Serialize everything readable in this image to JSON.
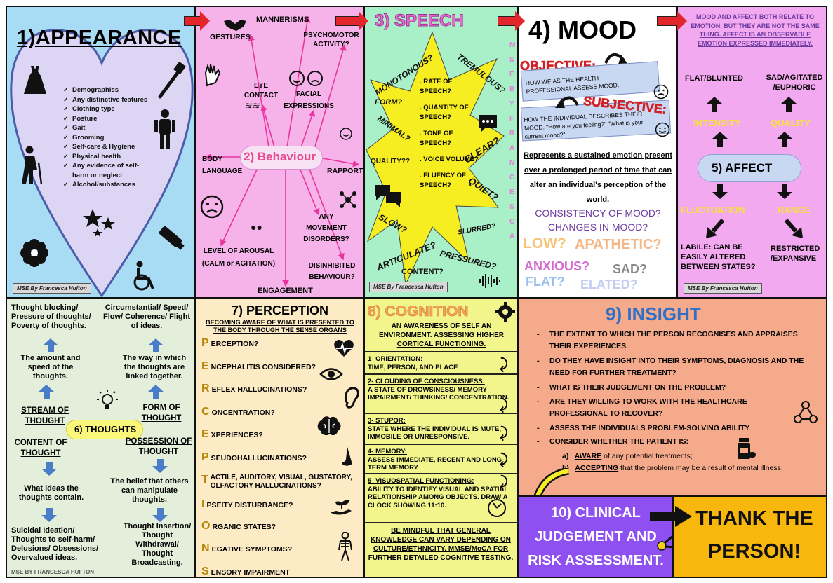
{
  "credit": "MSE By Francesca Hufton",
  "credit_caps": "MSE BY FRANCESCA HUFTON",
  "appearance": {
    "title": "1)APPEARANCE",
    "items": [
      "Demographics",
      "Any distinctive features",
      "Clothing type",
      "Posture",
      "Gait",
      "Grooming",
      "Self-care & Hygiene",
      "Physical health",
      "Any evidence of self-harm or neglect",
      "Alcohol/substances"
    ],
    "icons": [
      "dress-icon",
      "toothbrush-icon",
      "person-icon",
      "elderly-person-icon",
      "stars-icon",
      "toothpaste-icon",
      "flower-icon",
      "wheelchair-icon"
    ]
  },
  "behaviour": {
    "title": "2) Behaviour",
    "gestures": "GESTURES",
    "mannerisms": "MANNERISMS",
    "psychomotor": "PSYCHOMOTOR ACTIVITY?",
    "eye_contact": "EYE CONTACT",
    "facial": "FACIAL EXPRESSIONS",
    "body_language": "BODY LANGUAGE",
    "rapport": "RAPPORT",
    "movement": "ANY MOVEMENT DISORDERS?",
    "arousal": "LEVEL OF AROUSAL (CALM or AGITATION)",
    "disinhibited": "DISINHIBITED BEHAVIOUR?",
    "engagement": "ENGAGEMENT"
  },
  "speech": {
    "title": "3) SPEECH",
    "side_text": "MSE BY FRANCESCA",
    "items": [
      ". RATE OF SPEECH?",
      ". QUANTITY OF SPEECH?",
      ". TONE OF SPEECH?",
      ". VOICE VOLUME?",
      ". FLUENCY OF SPEECH?"
    ],
    "words": {
      "monotonous": "MONOTONOUS?",
      "tremulous": "TREMULOUS?",
      "form": "FORM?",
      "minimal": "MINIMAL?",
      "quality": "QUALITY??",
      "clear": "CLEAR?",
      "quiet": "QUIET?",
      "slow": "SLOW?",
      "slurred": "SLURRED?",
      "articulate": "ARTICULATE?",
      "pressured": "PRESSURED?",
      "content": "CONTENT?"
    }
  },
  "mood": {
    "title": "4) MOOD",
    "objective_label": "OBJECTIVE:",
    "objective_text": "HOW WE AS THE HEALTH PROFESSIONAL ASSESS MOOD.",
    "subjective_label": "SUBJECTIVE:",
    "subjective_text": "HOW THE INDIVIDUAL DESCRIBES THEIR MOOD. \"How are you feeling?\" \"What is your current mood?\"",
    "definition": "Represents a sustained emotion present over a prolonged period of time that can alter an individual's perception of the world.",
    "consistency": "CONSISTENCY OF MOOD?",
    "changes": "CHANGES IN MOOD?",
    "low": "LOW?",
    "apathetic": "APATHETIC?",
    "anxious": "ANXIOUS?",
    "sad": "SAD?",
    "flat": "FLAT?",
    "elated": "ELATED?"
  },
  "affect": {
    "note": "MOOD AND AFFECT BOTH RELATE TO EMOTION, BUT THEY ARE NOT THE SAME THING. AFFECT IS AN OBSERVABLE EMOTION EXPRESSED IMMEDIATELY.",
    "title": "5) AFFECT",
    "flat": "FLAT/BLUNTED",
    "sad": "SAD/AGITATED /EUPHORIC",
    "intensity": "INTENSITY",
    "quality": "QUALITY",
    "fluctuation": "FLUCTUATION",
    "range": "RANGE",
    "labile": "LABILE: CAN BE EASILY ALTERED BETWEEN STATES?",
    "restricted": "RESTRICTED /EXPANSIVE"
  },
  "thoughts": {
    "title": "6) THOUGHTS",
    "blocking": "Thought blocking/ Pressure of thoughts/ Poverty of thoughts.",
    "circumstantial": "Circumstantial/ Speed/ Flow/ Coherence/ Flight of ideas.",
    "amount": "The amount and speed of the thoughts.",
    "way": "The way in which the thoughts are linked together.",
    "stream": "STREAM OF THOUGHT",
    "form": "FORM OF THOUGHT",
    "content": "CONTENT OF THOUGHT",
    "possession": "POSSESSION OF THOUGHT",
    "ideas": "What ideas the thoughts contain.",
    "belief": "The belief that others can manipulate thoughts.",
    "suicidal": "Suicidal Ideation/ Thoughts to self-harm/ Delusions/ Obsessions/ Overvalued ideas.",
    "insertion": "Thought Insertion/ Thought Withdrawal/ Thought Broadcasting."
  },
  "perception": {
    "title": "7) PERCEPTION",
    "subtitle": "BECOMING AWARE OF WHAT IS PRESENTED TO THE BODY THROUGH THE SENSE ORGANS",
    "rows": [
      {
        "letter": "P",
        "text": "ERCEPTION?"
      },
      {
        "letter": "E",
        "text": "NCEPHALITIS CONSIDERED?"
      },
      {
        "letter": "R",
        "text": "EFLEX HALLUCINATIONS?"
      },
      {
        "letter": "C",
        "text": "ONCENTRATION?"
      },
      {
        "letter": "E",
        "text": "XPERIENCES?"
      },
      {
        "letter": "P",
        "text": "SEUDOHALLUCINATIONS?"
      },
      {
        "letter": "T",
        "text": "ACTILE, AUDITORY, VISUAL, GUSTATORY, OLFACTORY HALLUCINATIONS?"
      },
      {
        "letter": "I",
        "text": "PSEITY DISTURBANCE?"
      },
      {
        "letter": "O",
        "text": "RGANIC STATES?"
      },
      {
        "letter": "N",
        "text": "EGATIVE SYMPTOMS?"
      },
      {
        "letter": "S",
        "text": "ENSORY IMPAIRMENT"
      }
    ],
    "icons": [
      "heartbeat-icon",
      "eye-icon",
      "ear-icon",
      "brain-icon",
      "nose-icon",
      "hand-plant-icon",
      "skeleton-icon"
    ]
  },
  "cognition": {
    "title": "8) COGNITION",
    "intro": "AN AWARENESS OF SELF AN ENVIRONMENT. ASSESSING HIGHER CORTICAL FUNCTIONING.",
    "items": [
      {
        "head": "1- ORIENTATION:",
        "body": "TIME, PERSON, AND PLACE"
      },
      {
        "head": "2- CLOUDING OF CONSCIOUSNESS:",
        "body": "A STATE OF DROWSINESS/ MEMORY IMPAIRMENT/ THINKING/ CONCENTRATION."
      },
      {
        "head": "3- STUPOR:",
        "body": "STATE WHERE THE INDIVIDUAL IS MUTE, IMMOBILE OR UNRESPONSIVE."
      },
      {
        "head": "4- MEMORY:",
        "body": "ASSESS IMMEDIATE, RECENT AND LONG-TERM MEMORY"
      },
      {
        "head": "5- VISUOSPATIAL FUNCTIONING:",
        "body": "ABILITY TO IDENTIFY VISUAL AND SPATIAL RELATIONSHIP AMONG OBJECTS. DRAW A CLOCK SHOWING 11:10."
      }
    ],
    "footer": "BE MINDFUL THAT GENERAL KNOWLEDGE CAN VARY DEPENDING ON CULTURE/ETHNICITY. MMSE/MoCA FOR FURTHER DETAILED COGNITIVE TESTING."
  },
  "insight": {
    "title": "9) INSIGHT",
    "items": [
      "THE EXTENT TO WHICH THE PERSON RECOGNISES AND APPRAISES THEIR EXPERIENCES.",
      "DO THEY HAVE INSIGHT INTO THEIR SYMPTOMS, DIAGNOSIS AND THE NEED FOR FURTHER TREATMENT?",
      "WHAT IS THEIR JUDGEMENT ON THE PROBLEM?",
      "ARE THEY WILLING TO WORK WITH THE HEALTHCARE PROFESSIONAL TO RECOVER?",
      "ASSESS THE INDIVIDUALS PROBLEM-SOLVING ABILITY",
      "CONSIDER WHETHER THE PATIENT IS:"
    ],
    "sub_a_label": "a)",
    "sub_a_key": "AWARE",
    "sub_a_rest": " of any potential treatments;",
    "sub_b_label": "b)",
    "sub_b_key": "ACCEPTING",
    "sub_b_rest": " that the problem may be a result of mental illness."
  },
  "clinical": {
    "title": "10) CLINICAL JUDGEMENT AND RISK ASSESSMENT."
  },
  "thanks": {
    "title": "THANK THE PERSON!"
  },
  "colors": {
    "appearance_bg": "#a8dcf5",
    "behaviour_bg": "#f6b3ea",
    "speech_bg": "#a9f0c8",
    "mood_bg": "#ffffff",
    "affect_bg": "#f3a9f0",
    "thoughts_bg": "#e3efdb",
    "perception_bg": "#fdebc6",
    "cognition_bg": "#f1f58c",
    "insight_bg": "#f5aa8c",
    "clinical_bg": "#8e50f0",
    "thanks_bg": "#f7b70c"
  }
}
